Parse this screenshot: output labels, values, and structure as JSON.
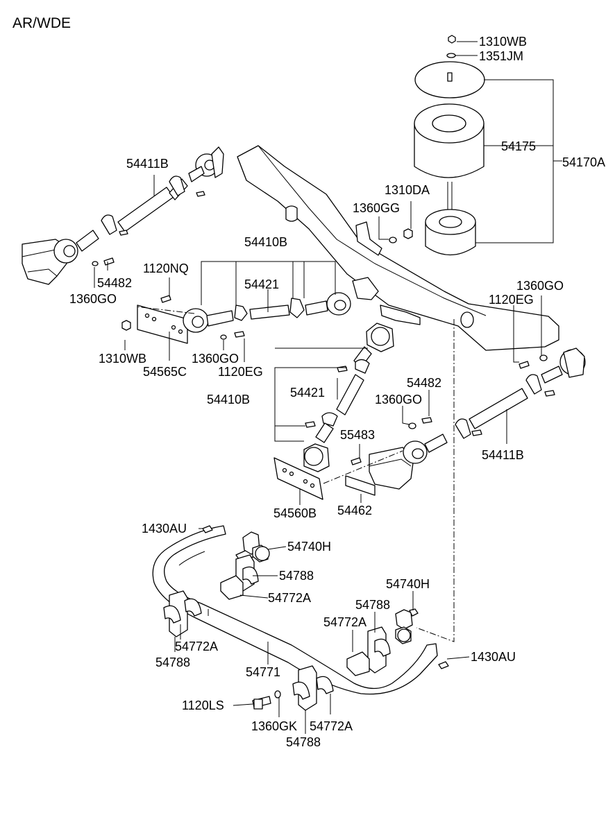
{
  "diagram": {
    "title": "AR/WDE",
    "labels": {
      "l_1310WB_top": "1310WB",
      "l_1351JM": "1351JM",
      "l_54175": "54175",
      "l_54170A": "54170A",
      "l_1310DA": "1310DA",
      "l_1360GG": "1360GG",
      "l_54411B_left": "54411B",
      "l_54410B_top": "54410B",
      "l_54482_left": "54482",
      "l_1360GO_left": "1360GO",
      "l_1120NQ": "1120NQ",
      "l_54421_top": "54421",
      "l_1360GO_right": "1360GO",
      "l_1120EG_right": "1120EG",
      "l_1310WB_left": "1310WB",
      "l_1360GO_mid": "1360GO",
      "l_54565C": "54565C",
      "l_1120EG_mid": "1120EG",
      "l_54482_right": "54482",
      "l_54421_mid": "54421",
      "l_1360GO_mid2": "1360GO",
      "l_54410B_mid": "54410B",
      "l_55483": "55483",
      "l_54411B_right": "54411B",
      "l_54560B": "54560B",
      "l_54462": "54462",
      "l_1430AU_top": "1430AU",
      "l_54740H_top": "54740H",
      "l_54788_a": "54788",
      "l_54772A_a": "54772A",
      "l_54740H_right": "54740H",
      "l_54788_b": "54788",
      "l_54772A_b": "54772A",
      "l_54772A_c": "54772A",
      "l_54788_c": "54788",
      "l_54771": "54771",
      "l_1430AU_right": "1430AU",
      "l_1120LS": "1120LS",
      "l_1360GK": "1360GK",
      "l_54772A_d": "54772A",
      "l_54788_d": "54788"
    }
  }
}
